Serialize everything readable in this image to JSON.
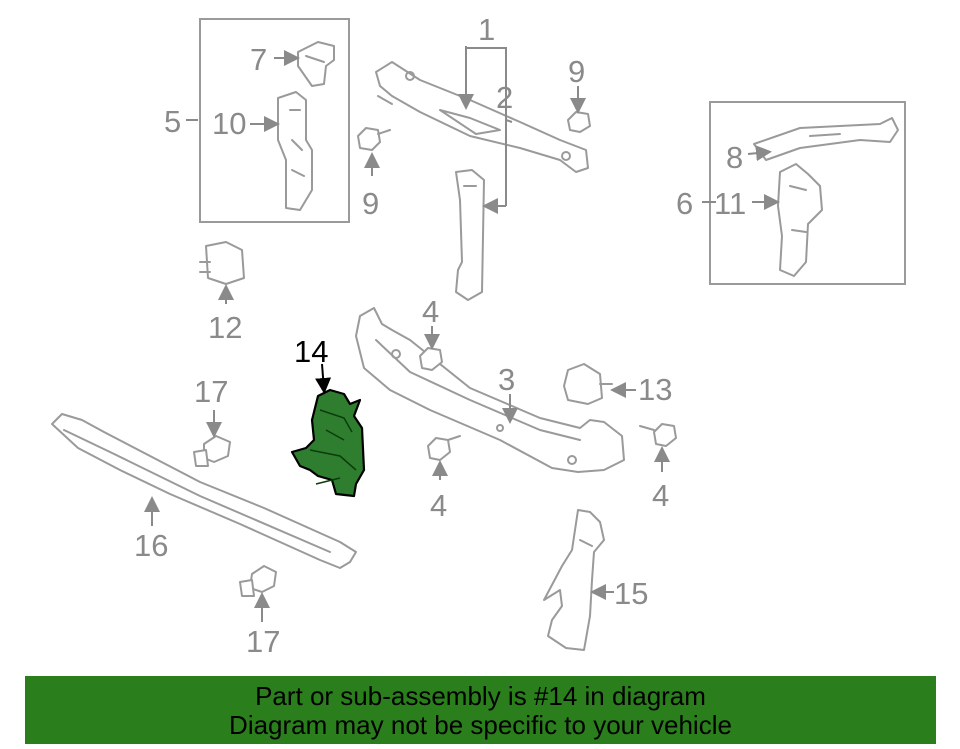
{
  "diagram": {
    "callouts": {
      "c1": "1",
      "c2": "2",
      "c3": "3",
      "c4a": "4",
      "c4b": "4",
      "c4c": "4",
      "c5": "5",
      "c6": "6",
      "c7": "7",
      "c8": "8",
      "c9a": "9",
      "c9b": "9",
      "c10": "10",
      "c11": "11",
      "c12": "12",
      "c13": "13",
      "c14": "14",
      "c15": "15",
      "c16": "16",
      "c17a": "17",
      "c17b": "17"
    },
    "highlight_color": "#2f7d2f"
  },
  "banner": {
    "line1": "Part or sub-assembly is #14 in diagram",
    "line2": "Diagram may not be specific to your vehicle",
    "color": "#2a7e1c"
  }
}
